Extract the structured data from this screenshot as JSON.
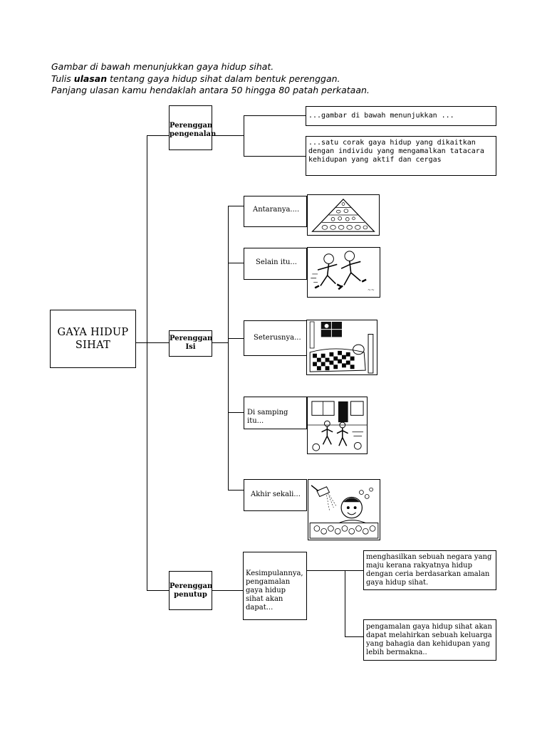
{
  "instructions": {
    "line1": "Gambar di bawah menunjukkan gaya hidup sihat.",
    "line2_pre": "Tulis ",
    "line2_bold": "ulasan",
    "line2_post": " tentang gaya hidup sihat dalam bentuk perenggan.",
    "line3": "Panjang ulasan kamu hendaklah antara 50 hingga 80 patah perkataan."
  },
  "main_topic": {
    "line1": "GAYA HIDUP",
    "line2": "SIHAT"
  },
  "paragraphs": {
    "intro": {
      "line1": "Perenggan",
      "line2": "pengenalan"
    },
    "body": {
      "line1": "Perenggan",
      "line2": "Isi"
    },
    "closing": {
      "line1": "Perenggan",
      "line2": "penutup"
    }
  },
  "intro_notes": {
    "note1": "...gambar di bawah menunjukkan ...",
    "note2": "...satu corak gaya hidup yang dikaitkan dengan individu yang mengamalkan tatacara kehidupan yang aktif dan cergas"
  },
  "body_points": [
    {
      "label": "Antaranya....",
      "picture": "food-pyramid"
    },
    {
      "label": "Selain itu...",
      "picture": "children-running"
    },
    {
      "label": "Seterusnya...",
      "picture": "child-sleeping"
    },
    {
      "label": "Di samping itu...",
      "picture": "children-playing"
    },
    {
      "label": "Akhir sekali...",
      "picture": "child-bathing"
    }
  ],
  "closing": {
    "lead": "Kesimpulannya, pengamalan gaya hidup sihat akan dapat...",
    "result1": "menghasilkan sebuah negara yang maju kerana rakyatnya hidup dengan ceria berdasarkan amalan gaya hidup sihat.",
    "result2": "pengamalan gaya hidup sihat akan dapat melahirkan sebuah keluarga yang bahagia dan kehidupan yang lebih bermakna.."
  }
}
